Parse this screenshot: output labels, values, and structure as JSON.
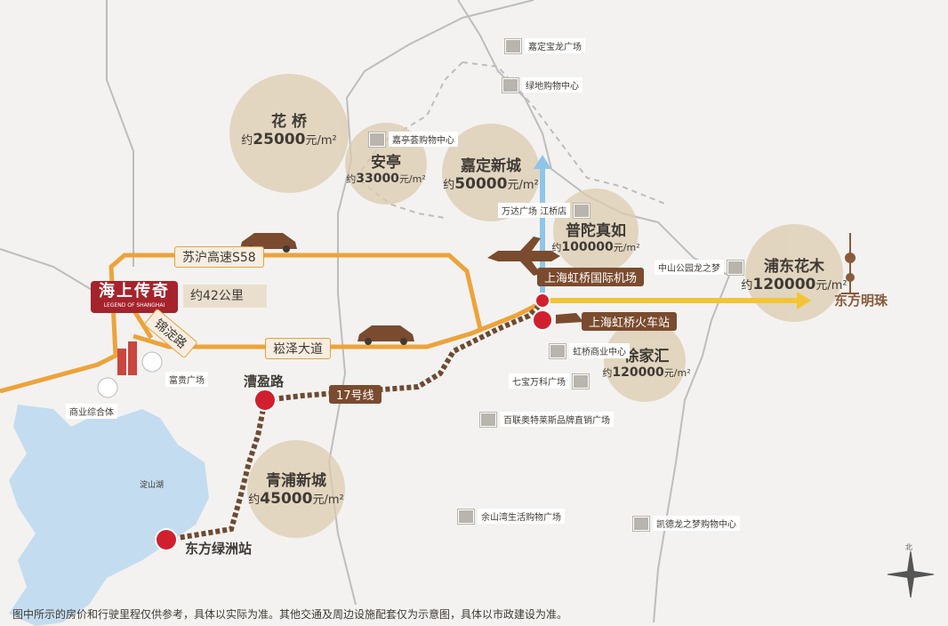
{
  "colors": {
    "highway": "#eda33a",
    "metro": "#6e4a31",
    "airport_line": "#8fc5e8",
    "pearl_line": "#f2c537",
    "bubble": "#dcccb0",
    "lake": "#c4dcef",
    "district": "#bdbdbd",
    "metro_badge": "#d0202e",
    "logo_bg": "#a6232c"
  },
  "logo": {
    "title": "海上传奇",
    "subtitle": "LEGEND OF SHANGHAI"
  },
  "distance_label": "约42公里",
  "price_bubbles": [
    {
      "name": "花 桥",
      "prefix": "约",
      "price": "25000",
      "unit": "元/m²"
    },
    {
      "name": "安亭",
      "prefix": "约",
      "price": "33000",
      "unit": "元/m²"
    },
    {
      "name": "嘉定新城",
      "prefix": "约",
      "price": "50000",
      "unit": "元/m²"
    },
    {
      "name": "普陀真如",
      "prefix": "约",
      "price": "100000",
      "unit": "元/m²"
    },
    {
      "name": "浦东花木",
      "prefix": "约",
      "price": "120000",
      "unit": "元/m²"
    },
    {
      "name": "徐家汇",
      "prefix": "约",
      "price": "120000",
      "unit": "元/m²"
    },
    {
      "name": "青浦新城",
      "prefix": "约",
      "price": "45000",
      "unit": "元/m²"
    }
  ],
  "roads": {
    "s58": "苏沪高速S58",
    "songze": "崧泽大道",
    "jindian": "锦淀路",
    "line17": "17号线"
  },
  "stations": {
    "caoying": "漕盈路",
    "dongfang_lvzhou": "东方绿洲站",
    "hongqiao_rail": "上海虹桥火车站",
    "hongqiao_airport": "上海虹桥国际机场",
    "pearl": "东方明珠"
  },
  "pois": [
    "嘉定宝龙广场",
    "绿地购物中心",
    "嘉亭荟购物中心",
    "万达广场 江桥店",
    "中山公园龙之梦",
    "虹桥商业中心",
    "七宝万科广场",
    "百联奥特莱斯品牌直销广场",
    "余山湾生活购物广场",
    "凯德龙之梦购物中心",
    "富贵广场",
    "商业综合体"
  ],
  "lake_label": "淀山湖",
  "compass_label": "北",
  "footnote": "图中所示的房价和行驶里程仅供参考，具体以实际为准。其他交通及周边设施配套仅为示意图，具体以市政建设为准。"
}
